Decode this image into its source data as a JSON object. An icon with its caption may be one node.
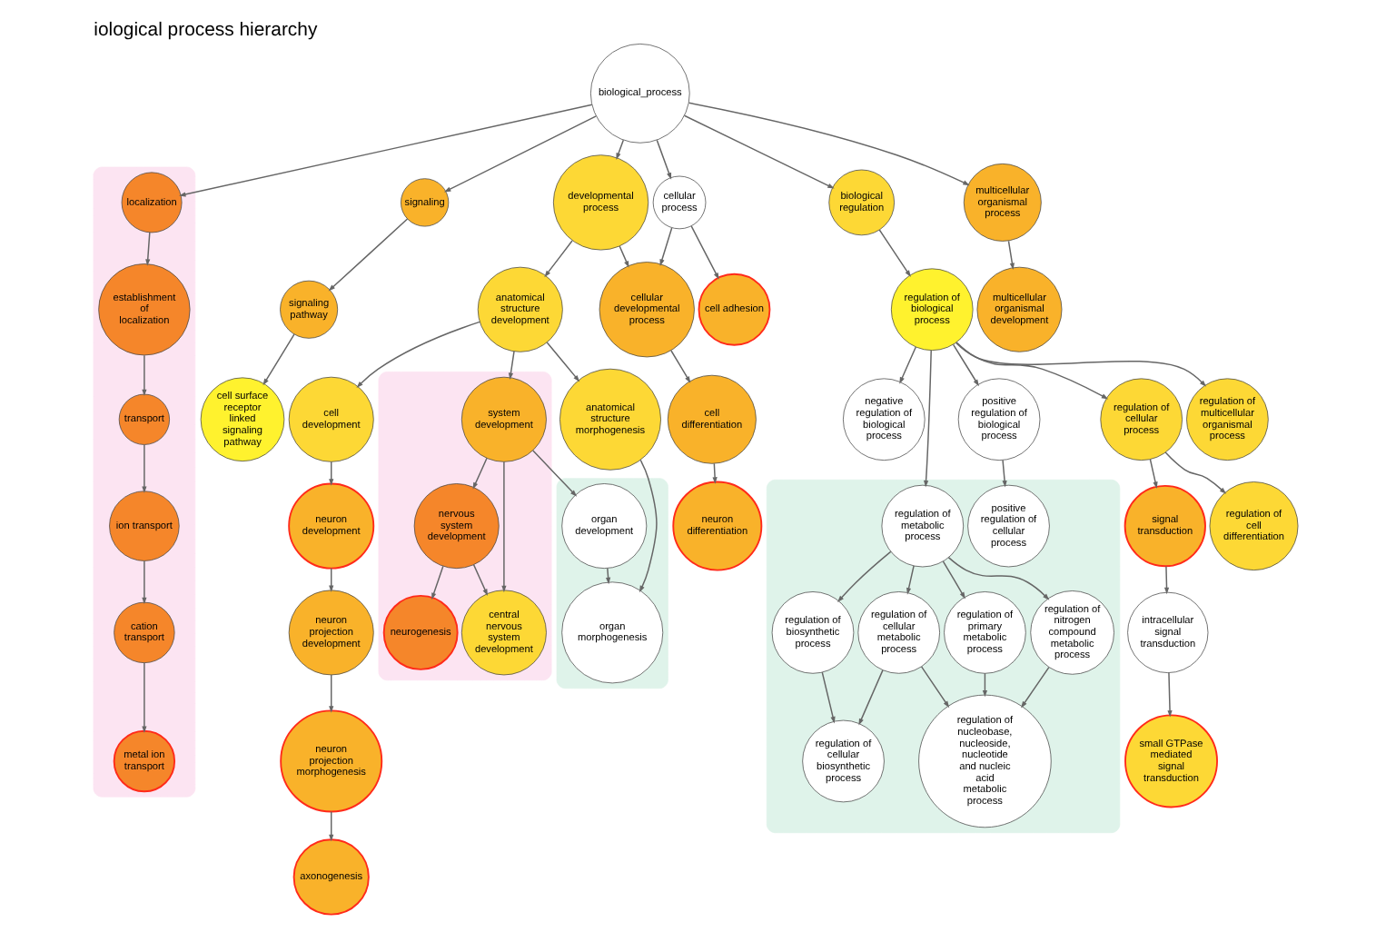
{
  "diagram": {
    "title": "iological process hierarchy",
    "nodes": [
      {
        "text": [
          "biological_process"
        ]
      },
      {
        "text": [
          "signaling"
        ]
      },
      {
        "text": [
          "developmental process"
        ]
      },
      {
        "text": [
          "cellular process"
        ]
      },
      {
        "text": [
          "biological regulation"
        ]
      },
      {
        "text": [
          "multicellular organismal process"
        ]
      },
      {
        "text": [],
        "shape": "box"
      },
      {
        "text": [
          "localization"
        ],
        "in": 6
      },
      {
        "text": [
          "multicellular organismal development"
        ]
      },
      {
        "text": [
          "cellular developmental process"
        ]
      },
      {
        "text": [
          "anatomical structure development"
        ]
      },
      {
        "text": [
          "cell adhesion"
        ]
      },
      {
        "text": [
          "regulation of biological process"
        ]
      },
      {
        "text": [
          "establishment of localization"
        ],
        "in": 6
      },
      {
        "text": [
          "signaling pathway"
        ]
      },
      {
        "text": [
          "cell development"
        ]
      },
      {
        "text": [
          "cell differentiation"
        ]
      },
      {
        "text": [
          "regulation of multicellular organismal process"
        ]
      },
      {
        "text": [
          "negative regulation of biological process"
        ]
      },
      {
        "text": [
          "positive regulation of biological process"
        ]
      },
      {
        "text": [
          "neuron differentiation"
        ]
      },
      {
        "text": [
          "regulation of cellular process"
        ]
      },
      {
        "text": [
          "transport"
        ],
        "in": 6
      },
      {
        "text": [
          "cell surface receptor linked signaling pathway"
        ]
      },
      {
        "text": [
          "neuron development"
        ]
      },
      {
        "text": [
          "anatomical structure morphogenesis"
        ]
      },
      {
        "text": [],
        "shape": "box"
      },
      {
        "text": [
          "system development"
        ],
        "in": 26
      },
      {
        "text": [
          "regulation of cell differentiation"
        ]
      },
      {
        "text": [
          "signal transduction"
        ]
      },
      {
        "text": [],
        "shape": "box"
      },
      {
        "text": [
          "regulation of metabolic process"
        ],
        "in": 30
      },
      {
        "text": [
          "positive regulation of cellular process"
        ],
        "in": 30
      },
      {
        "text": [
          "regulation of biosynthetic process"
        ],
        "in": 30
      },
      {
        "text": [
          "regulation of primary metabolic process"
        ],
        "in": 30
      },
      {
        "text": [
          "nervous system development"
        ],
        "in": 26
      },
      {
        "text": [
          "ion transport"
        ],
        "in": 6
      },
      {
        "text": [],
        "shape": "box"
      },
      {
        "text": [
          "organ development"
        ],
        "in": 37
      },
      {
        "text": [
          "neuron projection development"
        ]
      },
      {
        "text": [
          "regulation of cellular metabolic process"
        ],
        "in": 30
      },
      {
        "text": [
          "regulation of nitrogen compound metabolic process"
        ],
        "in": 30
      },
      {
        "text": [
          "neurogenesis"
        ],
        "in": 26
      },
      {
        "text": [
          "intracellular signal transduction"
        ]
      },
      {
        "text": [
          "cation transport"
        ],
        "in": 6
      },
      {
        "text": [
          "neuron projection morphogenesis"
        ]
      },
      {
        "text": [
          "organ morphogenesis"
        ],
        "in": 37
      },
      {
        "text": [
          "central nervous system development"
        ],
        "in": 26
      },
      {
        "text": [
          "regulation of cellular biosynthetic process"
        ],
        "in": 30
      },
      {
        "text": [
          "regulation of nucleobase, nucleoside, nucleotide and nucleic acid metabolic process"
        ],
        "in": 30
      },
      {
        "text": [
          "small GTPase mediated signal transduction"
        ]
      },
      {
        "text": [
          "metal ion transport"
        ],
        "in": 6
      },
      {
        "text": [
          "axonogenesis"
        ]
      }
    ],
    "edges": [
      {
        "from": 0,
        "to": 1,
        "arrow": "to"
      },
      {
        "from": 0,
        "to": 2,
        "arrow": "to"
      },
      {
        "from": 0,
        "to": 3,
        "arrow": "to"
      },
      {
        "from": 0,
        "to": 4,
        "arrow": "to"
      },
      {
        "from": 0,
        "to": 5,
        "arrow": "to"
      },
      {
        "from": 0,
        "to": 7,
        "arrow": "to"
      },
      {
        "from": 1,
        "to": 14,
        "arrow": "to"
      },
      {
        "from": 14,
        "to": 23,
        "arrow": "to"
      },
      {
        "from": 2,
        "to": 10,
        "arrow": "to"
      },
      {
        "from": 2,
        "to": 9,
        "arrow": "to"
      },
      {
        "from": 3,
        "to": 9,
        "arrow": "to"
      },
      {
        "from": 3,
        "to": 11,
        "arrow": "to"
      },
      {
        "from": 9,
        "to": 16,
        "arrow": "to"
      },
      {
        "from": 16,
        "to": 20,
        "arrow": "to"
      },
      {
        "from": 10,
        "to": 15,
        "arrow": "to"
      },
      {
        "from": 10,
        "to": 25,
        "arrow": "to"
      },
      {
        "from": 10,
        "to": 27,
        "arrow": "to"
      },
      {
        "from": 15,
        "to": 24,
        "arrow": "to"
      },
      {
        "from": 24,
        "to": 39,
        "arrow": "to"
      },
      {
        "from": 39,
        "to": 45,
        "arrow": "to"
      },
      {
        "from": 45,
        "to": 52,
        "arrow": "to"
      },
      {
        "from": 25,
        "to": 46,
        "arrow": "to"
      },
      {
        "from": 27,
        "to": 38,
        "arrow": "to"
      },
      {
        "from": 27,
        "to": 47,
        "arrow": "to"
      },
      {
        "from": 27,
        "to": 35,
        "arrow": "to"
      },
      {
        "from": 38,
        "to": 46,
        "arrow": "to"
      },
      {
        "from": 35,
        "to": 47,
        "arrow": "to"
      },
      {
        "from": 35,
        "to": 42,
        "arrow": "to"
      },
      {
        "from": 4,
        "to": 12,
        "arrow": "to"
      },
      {
        "from": 5,
        "to": 8,
        "arrow": "to"
      },
      {
        "from": 12,
        "to": 17,
        "arrow": "to"
      },
      {
        "from": 12,
        "to": 21,
        "arrow": "to"
      },
      {
        "from": 12,
        "to": 31,
        "arrow": "to"
      },
      {
        "from": 12,
        "to": 18,
        "arrow": "to"
      },
      {
        "from": 12,
        "to": 19,
        "arrow": "to"
      },
      {
        "from": 19,
        "to": 32,
        "arrow": "to"
      },
      {
        "from": 21,
        "to": 28,
        "arrow": "to"
      },
      {
        "from": 21,
        "to": 29,
        "arrow": "to"
      },
      {
        "from": 29,
        "to": 43,
        "arrow": "to"
      },
      {
        "from": 43,
        "to": 50,
        "arrow": "to"
      },
      {
        "from": 31,
        "to": 33,
        "arrow": "to"
      },
      {
        "from": 31,
        "to": 40,
        "arrow": "to"
      },
      {
        "from": 31,
        "to": 41,
        "arrow": "to"
      },
      {
        "from": 31,
        "to": 34,
        "arrow": "to"
      },
      {
        "from": 33,
        "to": 48,
        "arrow": "to"
      },
      {
        "from": 40,
        "to": 48,
        "arrow": "to"
      },
      {
        "from": 40,
        "to": 49,
        "arrow": "to"
      },
      {
        "from": 41,
        "to": 49,
        "arrow": "to"
      },
      {
        "from": 34,
        "to": 49,
        "arrow": "to"
      },
      {
        "from": 7,
        "to": 13,
        "arrow": "to"
      },
      {
        "from": 13,
        "to": 22,
        "arrow": "to"
      },
      {
        "from": 22,
        "to": 36,
        "arrow": "to"
      },
      {
        "from": 36,
        "to": 44,
        "arrow": "to"
      },
      {
        "from": 44,
        "to": 51,
        "arrow": "to"
      }
    ]
  }
}
